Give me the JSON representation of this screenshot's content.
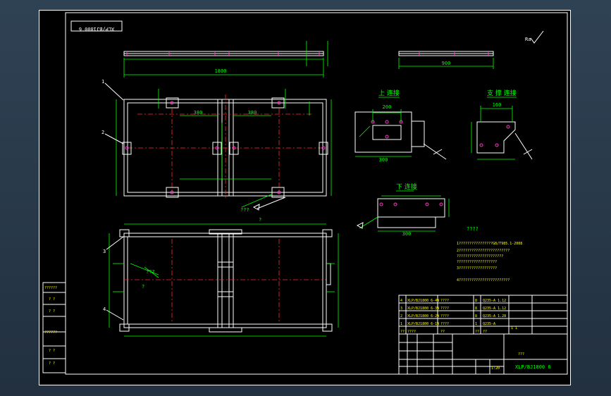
{
  "drawing": {
    "drawing_number": "XLP/BJ1800 6",
    "drawing_number_rotated": "XLP/BJ1800 6",
    "views": {
      "upper_connection": "上 连接",
      "support_connection": "支 撑 连接",
      "lower_connection": "下 连接"
    },
    "part_callouts": [
      "1",
      "2",
      "3",
      "4"
    ],
    "notes_title": "????",
    "notes_lines": [
      "1????????????????GB/T985.1-2008",
      "2????????????????????????",
      " ??????????????????????",
      " ???????????????????",
      "3??????????????????",
      "4????????????????????????"
    ],
    "parts_list": [
      {
        "no": "4",
        "code": "XLP/BJ1800 6-4W",
        "name": "????",
        "qty": "8",
        "material": "Q235-A 1.12"
      },
      {
        "no": "3",
        "code": "XLP/BJ1800 6-3W",
        "name": "????",
        "qty": "8",
        "material": "Q235-A 1.12"
      },
      {
        "no": "2",
        "code": "XLP/BJ1800 6-2W",
        "name": "????",
        "qty": "8",
        "material": "Q235-A 1.28"
      },
      {
        "no": "1",
        "code": "XLP/BJ1800 6-1W",
        "name": "????",
        "qty": "1",
        "material": "Q235-A"
      }
    ],
    "parts_header": [
      "??",
      "????",
      "??",
      "??",
      "??"
    ],
    "title_block": {
      "title": "???",
      "drawing_no": "XLP/BJ1800 6",
      "scale": "1:20",
      "sheet": "1 1"
    },
    "left_strip": [
      "??????",
      "? ?",
      "? ?",
      "??????",
      "? ?",
      "? ?"
    ],
    "weld_label": "???",
    "weld_label2": "?",
    "symbol": "Ra"
  }
}
